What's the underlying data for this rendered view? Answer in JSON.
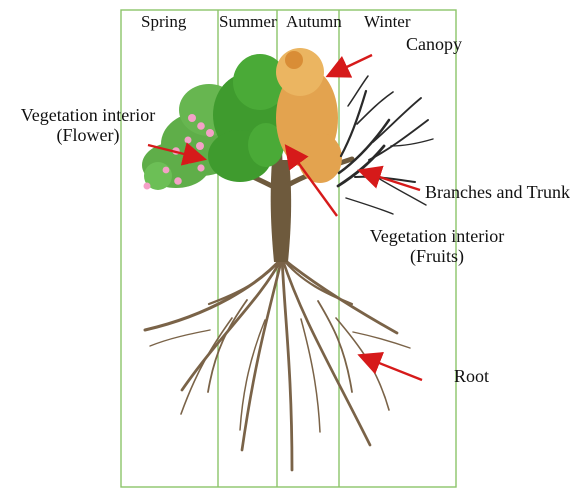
{
  "seasons": {
    "spring": "Spring",
    "summer": "Summer",
    "autumn": "Autumn",
    "winter": "Winter"
  },
  "labels": {
    "canopy": "Canopy",
    "vegetation_flower": "Vegetation interior\n(Flower)",
    "branches_trunk": "Branches and Trunk",
    "vegetation_fruits": "Vegetation interior\n(Fruits)",
    "root": "Root"
  },
  "colors": {
    "panel_border": "#8CC46A",
    "arrow": "#D61A1A",
    "spring_foliage": "#5FAE49",
    "flower_pink": "#F4A1C7",
    "summer_foliage": "#3F9B2E",
    "autumn_foliage": "#E3A34F",
    "winter_branches": "#2A2A2A",
    "trunk": "#6E5A3D",
    "roots": "#7A6348"
  }
}
